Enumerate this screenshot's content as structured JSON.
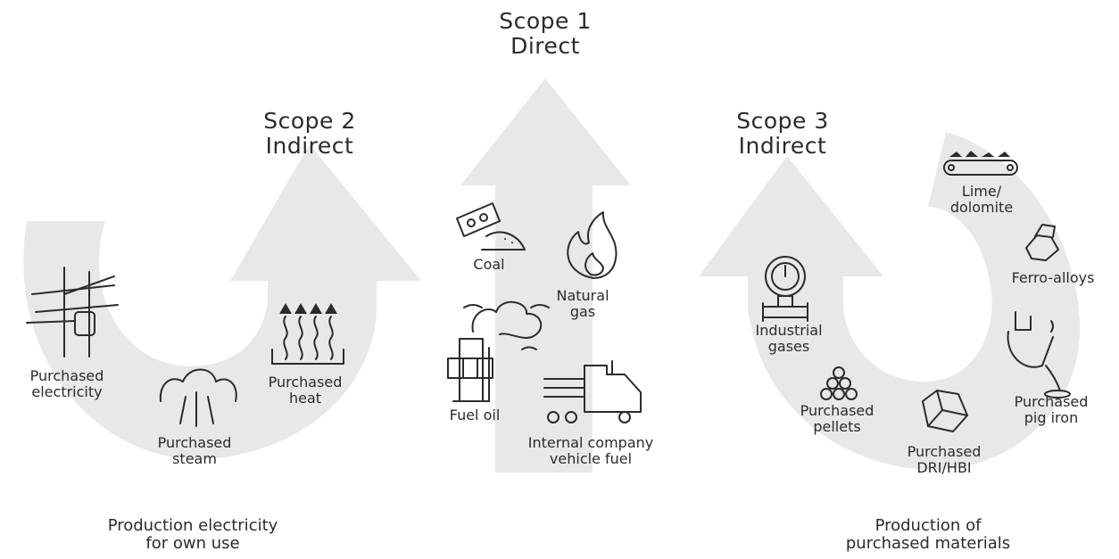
{
  "scope1": {
    "title_line1": "Scope 1",
    "title_line2": "Direct"
  },
  "scope2": {
    "title_line1": "Scope 2",
    "title_line2": "Indirect"
  },
  "scope3": {
    "title_line1": "Scope 3",
    "title_line2": "Indirect"
  },
  "scope2_items": {
    "electricity": [
      "Purchased",
      "electricity"
    ],
    "steam": [
      "Purchased",
      "steam"
    ],
    "heat": [
      "Purchased",
      "heat"
    ]
  },
  "scope1_items": {
    "coal": [
      "Coal"
    ],
    "natural_gas": [
      "Natural",
      "gas"
    ],
    "fuel_oil": [
      "Fuel oil"
    ],
    "vehicle_fuel": [
      "Internal company",
      "vehicle fuel"
    ]
  },
  "scope3_items": {
    "lime": [
      "Lime/",
      "dolomite"
    ],
    "ferro": [
      "Ferro-alloys"
    ],
    "industrial_gases": [
      "Industrial",
      "gases"
    ],
    "pellets": [
      "Purchased",
      "pellets"
    ],
    "dri": [
      "Purchased",
      "DRI/HBI"
    ],
    "pig_iron": [
      "Purchased",
      "pig iron"
    ]
  },
  "footers": {
    "left": [
      "Production electricity",
      "for own use"
    ],
    "right": [
      "Production of",
      "purchased materials"
    ]
  },
  "colors": {
    "arrow_fill": "#e8e8e8",
    "text": "#2b2b2b"
  },
  "icons": [
    "power-pole-icon",
    "steam-icon",
    "heat-icon",
    "coal-icon",
    "flame-icon",
    "factory-icon",
    "truck-icon",
    "conveyor-icon",
    "rocks-icon",
    "ladle-icon",
    "gauge-icon",
    "pellets-icon",
    "ore-icon"
  ]
}
